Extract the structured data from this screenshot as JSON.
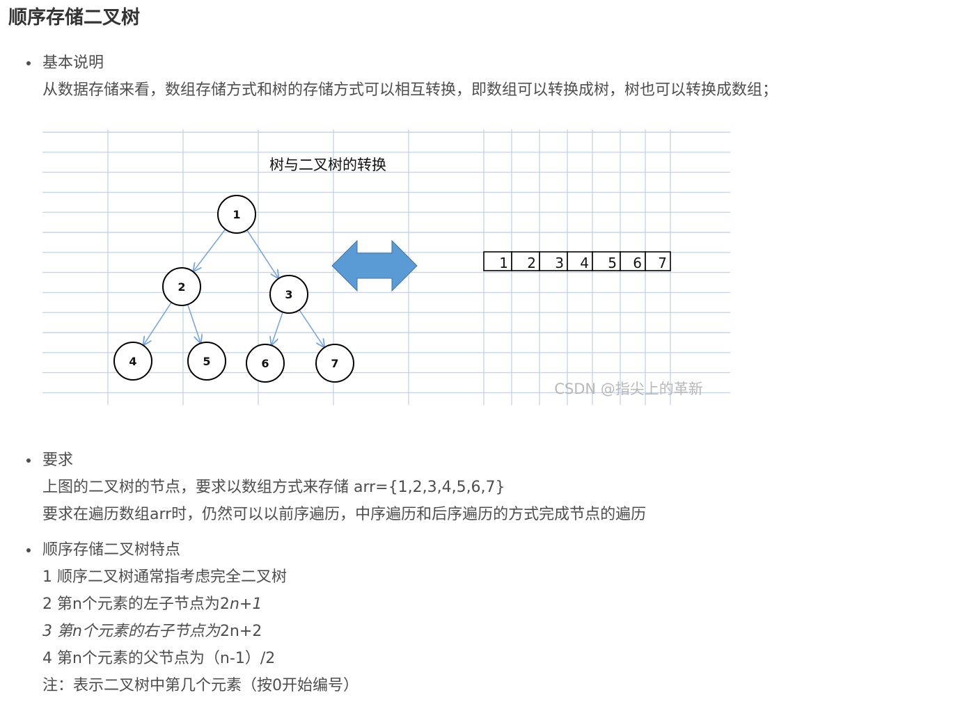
{
  "page_title": "顺序存储二叉树",
  "section1": {
    "heading": "基本说明",
    "text": "从数据存储来看，数组存储方式和树的存储方式可以相互转换，即数组可以转换成树，树也可以转换成数组；"
  },
  "figure": {
    "title": "树与二叉树的转换",
    "tree_nodes": [
      "1",
      "2",
      "3",
      "4",
      "5",
      "6",
      "7"
    ],
    "array_cells": [
      "1",
      "2",
      "3",
      "4",
      "5",
      "6",
      "7"
    ],
    "watermark": "CSDN @指尖上的革新",
    "colors": {
      "grid": "#c8d4e6",
      "arrow_fill": "#5b9bd5",
      "edge": "#7ba7d6",
      "node_stroke": "#000000"
    }
  },
  "section2": {
    "heading": "要求",
    "line1": "上图的二叉树的节点，要求以数组方式来存储 arr={1,2,3,4,5,6,7}",
    "line2": "要求在遍历数组arr时，仍然可以以前序遍历，中序遍历和后序遍历的方式完成节点的遍历"
  },
  "section3": {
    "heading": "顺序存储二叉树特点",
    "item1": "1 顺序二叉树通常指考虑完全二叉树",
    "item2_a": "2 第n个元素的左子节点为2",
    "item2_b": "n+1",
    "item3_a": "3 第n个元素的右子节点为",
    "item3_b": "2n+2",
    "item4": "4 第n个元素的父节点为（n-1）/2",
    "note": "注：表示二叉树中第几个元素（按0开始编号）"
  }
}
